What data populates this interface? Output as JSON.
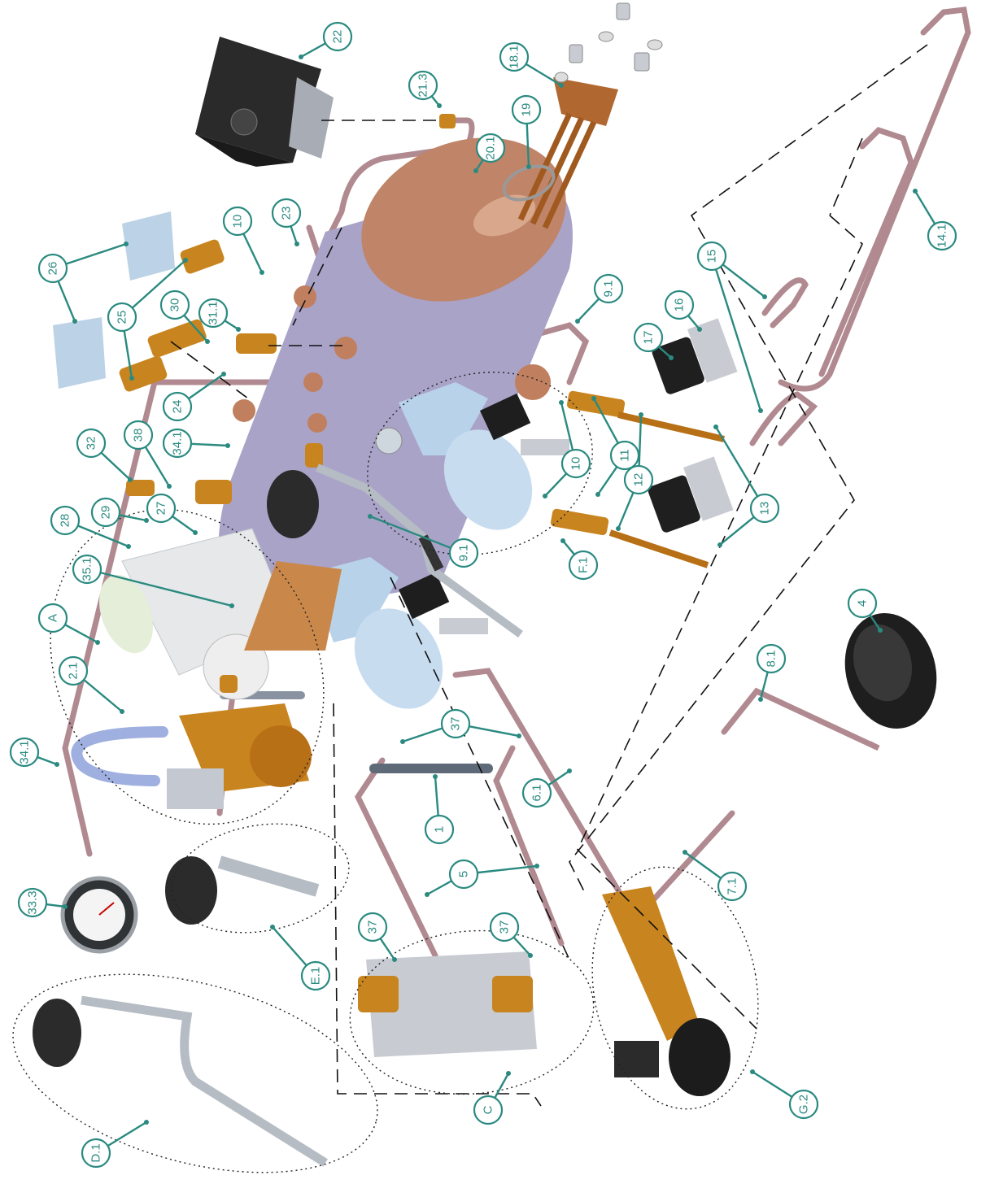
{
  "colors": {
    "callout": "#2a8a80",
    "copper": "#c08060",
    "brass": "#c8841e",
    "steel": "#b8c0c8",
    "bluegray": "#b8d2ea",
    "dark": "#222222",
    "tube": "#b08a90"
  },
  "callouts": [
    {
      "label": "22"
    },
    {
      "label": "21.3"
    },
    {
      "label": "18.1"
    },
    {
      "label": "19"
    },
    {
      "label": "20.1"
    },
    {
      "label": "23"
    },
    {
      "label": "10"
    },
    {
      "label": "26"
    },
    {
      "label": "25"
    },
    {
      "label": "30"
    },
    {
      "label": "31.1"
    },
    {
      "label": "24"
    },
    {
      "label": "34.1"
    },
    {
      "label": "32"
    },
    {
      "label": "38"
    },
    {
      "label": "28"
    },
    {
      "label": "29"
    },
    {
      "label": "27"
    },
    {
      "label": "35.1"
    },
    {
      "label": "A"
    },
    {
      "label": "2.1"
    },
    {
      "label": "34.1"
    },
    {
      "label": "33.3"
    },
    {
      "label": "D.1"
    },
    {
      "label": "E.1"
    },
    {
      "label": "9.1"
    },
    {
      "label": "9.1"
    },
    {
      "label": "17"
    },
    {
      "label": "16"
    },
    {
      "label": "15"
    },
    {
      "label": "14.1"
    },
    {
      "label": "11"
    },
    {
      "label": "12"
    },
    {
      "label": "13"
    },
    {
      "label": "10"
    },
    {
      "label": "F.1"
    },
    {
      "label": "37"
    },
    {
      "label": "1"
    },
    {
      "label": "6.1"
    },
    {
      "label": "5"
    },
    {
      "label": "37"
    },
    {
      "label": "37"
    },
    {
      "label": "C"
    },
    {
      "label": "G.2"
    },
    {
      "label": "7.1"
    },
    {
      "label": "8.1"
    },
    {
      "label": "4"
    }
  ]
}
